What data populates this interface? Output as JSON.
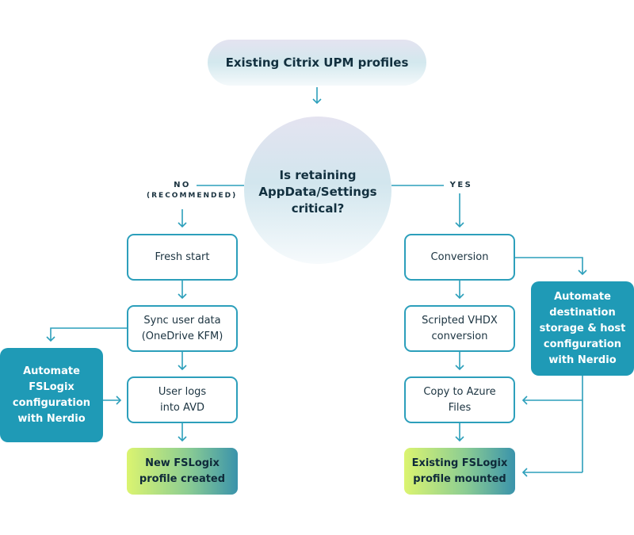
{
  "start": {
    "label": "Existing Citrix UPM profiles"
  },
  "decision": {
    "line1": "Is retaining",
    "line2": "AppData/Settings",
    "line3": "critical?"
  },
  "branches": {
    "no": {
      "label": "NO",
      "sublabel": "(RECOMMENDED)"
    },
    "yes": {
      "label": "YES"
    }
  },
  "left_path": {
    "steps": [
      {
        "line1": "Fresh start",
        "line2": ""
      },
      {
        "line1": "Sync user data",
        "line2": "(OneDrive KFM)"
      },
      {
        "line1": "User logs",
        "line2": "into AVD"
      }
    ],
    "result": {
      "line1": "New FSLogix",
      "line2": "profile created"
    },
    "automation": {
      "line1": "Automate",
      "line2": "FSLogix",
      "line3": "configuration",
      "line4": "with Nerdio"
    }
  },
  "right_path": {
    "steps": [
      {
        "line1": "Conversion",
        "line2": ""
      },
      {
        "line1": "Scripted VHDX",
        "line2": "conversion"
      },
      {
        "line1": "Copy to Azure",
        "line2": "Files"
      }
    ],
    "result": {
      "line1": "Existing FSLogix",
      "line2": "profile mounted"
    },
    "automation": {
      "line1": "Automate",
      "line2": "destination",
      "line3": "storage & host",
      "line4": "configuration",
      "line5": "with Nerdio"
    }
  },
  "colors": {
    "accent": "#2c9fbb",
    "automation_fill": "#1f9ab6",
    "text": "#12303f"
  }
}
